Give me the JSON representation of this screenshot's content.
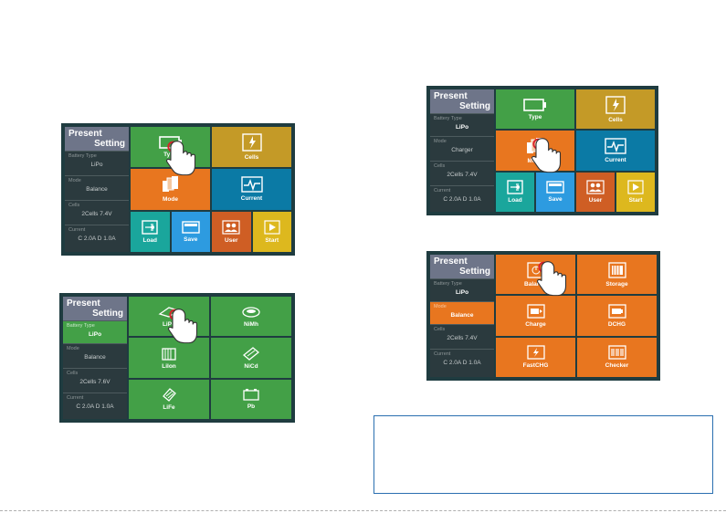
{
  "sidebar_title": {
    "line1": "Present",
    "line2": "Setting"
  },
  "labels": {
    "battery_type": "Battery Type",
    "mode": "Mode",
    "cells": "Cells",
    "current": "Current"
  },
  "panel_main": {
    "battery_type": "LiPo",
    "mode": "Balance",
    "cells": "2Cells  7.4V",
    "current": "C 2.0A  D 1.0A",
    "tiles": {
      "type": "Type",
      "cells": "Cells",
      "mode": "Mode",
      "current": "Current",
      "load": "Load",
      "save": "Save",
      "user": "User",
      "start": "Start"
    }
  },
  "panel_type": {
    "battery_type": "LiPo",
    "mode": "Balance",
    "cells": "2Cells  7.6V",
    "current": "C 2.0A  D 1.0A",
    "tiles": {
      "lipo": "LiPo",
      "nimh": "NiMh",
      "liion": "LiIon",
      "nicd": "NiCd",
      "life": "LiFe",
      "pb": "Pb"
    }
  },
  "panel_mode_select": {
    "battery_type": "LiPo",
    "mode": "Charger",
    "cells": "2Cells  7.4V",
    "current": "C 2.0A  D 1.0A",
    "tiles": {
      "type": "Type",
      "cells": "Cells",
      "mode": "Mode",
      "current": "Current",
      "load": "Load",
      "save": "Save",
      "user": "User",
      "start": "Start"
    }
  },
  "panel_modes": {
    "battery_type": "LiPo",
    "mode": "Balance",
    "cells": "2Cells  7.4V",
    "current": "C 2.0A  D 1.0A",
    "tiles": {
      "balance": "Balance",
      "storage": "Storage",
      "charge": "Charge",
      "dchg": "DCHG",
      "fastchg": "FastCHG",
      "checker": "Checker"
    }
  },
  "colors": {
    "green": "#43a047",
    "orange": "#e8761f",
    "gold": "#c49a27",
    "blue": "#0b7aa5",
    "teal": "#1aa69c",
    "sky": "#2d9be0",
    "brick": "#cf5e24",
    "yellow": "#ddb81e",
    "frame": "#1f3c40",
    "sidebar_header": "#6e7589"
  }
}
